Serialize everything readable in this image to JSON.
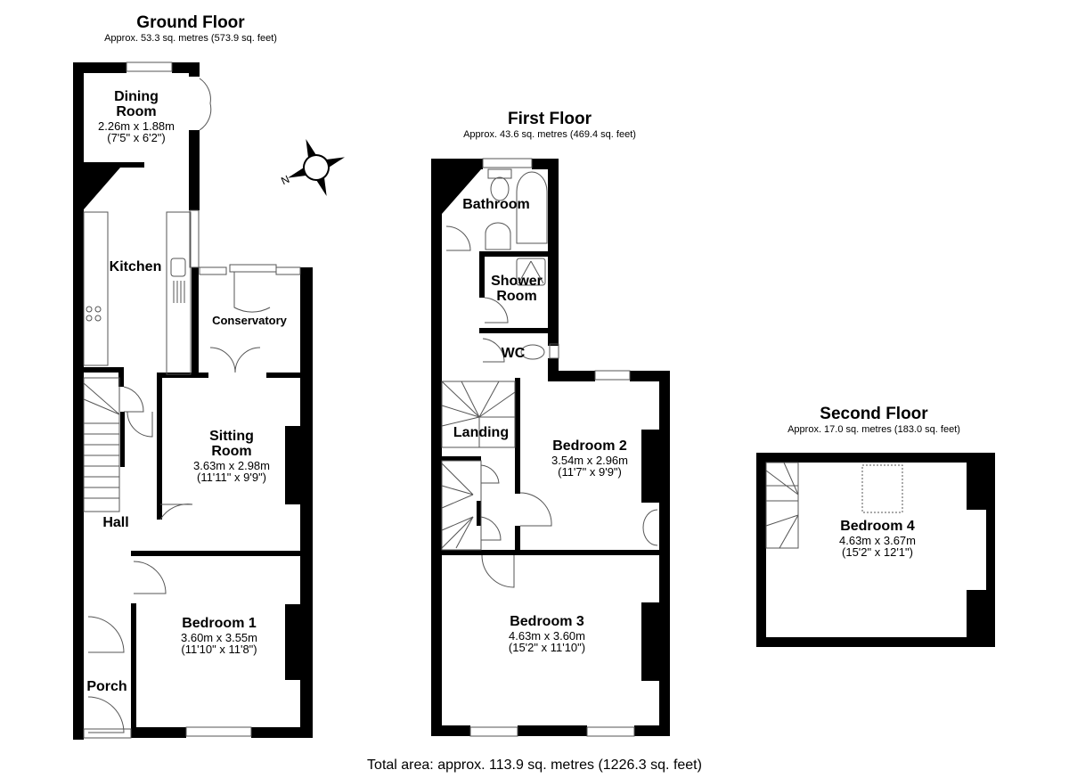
{
  "floors": {
    "ground": {
      "title": "Ground Floor",
      "area": "Approx. 53.3 sq. metres (573.9 sq. feet)",
      "rooms": {
        "dining": {
          "name_line1": "Dining",
          "name_line2": "Room",
          "metric": "2.26m x 1.88m",
          "imperial": "(7'5\" x 6'2\")"
        },
        "kitchen": {
          "name": "Kitchen"
        },
        "conservatory": {
          "name": "Conservatory"
        },
        "sitting": {
          "name_line1": "Sitting",
          "name_line2": "Room",
          "metric": "3.63m x 2.98m",
          "imperial": "(11'11\" x 9'9\")"
        },
        "hall": {
          "name": "Hall"
        },
        "bedroom1": {
          "name": "Bedroom 1",
          "metric": "3.60m x 3.55m",
          "imperial": "(11'10\" x 11'8\")"
        },
        "porch": {
          "name": "Porch"
        }
      }
    },
    "first": {
      "title": "First Floor",
      "area": "Approx. 43.6 sq. metres (469.4 sq. feet)",
      "rooms": {
        "bathroom": {
          "name": "Bathroom"
        },
        "shower": {
          "name_line1": "Shower",
          "name_line2": "Room"
        },
        "wc": {
          "name": "WC"
        },
        "landing": {
          "name": "Landing"
        },
        "bedroom2": {
          "name": "Bedroom 2",
          "metric": "3.54m x 2.96m",
          "imperial": "(11'7\" x 9'9\")"
        },
        "bedroom3": {
          "name": "Bedroom 3",
          "metric": "4.63m x 3.60m",
          "imperial": "(15'2\" x 11'10\")"
        }
      }
    },
    "second": {
      "title": "Second Floor",
      "area": "Approx. 17.0 sq. metres (183.0 sq. feet)",
      "rooms": {
        "bedroom4": {
          "name": "Bedroom 4",
          "metric": "4.63m x 3.67m",
          "imperial": "(15'2\" x 12'1\")"
        }
      }
    }
  },
  "compass": {
    "icon": "compass-rose-icon",
    "north_label": "N"
  },
  "total_area": "Total area: approx. 113.9 sq. metres (1226.3 sq. feet)"
}
